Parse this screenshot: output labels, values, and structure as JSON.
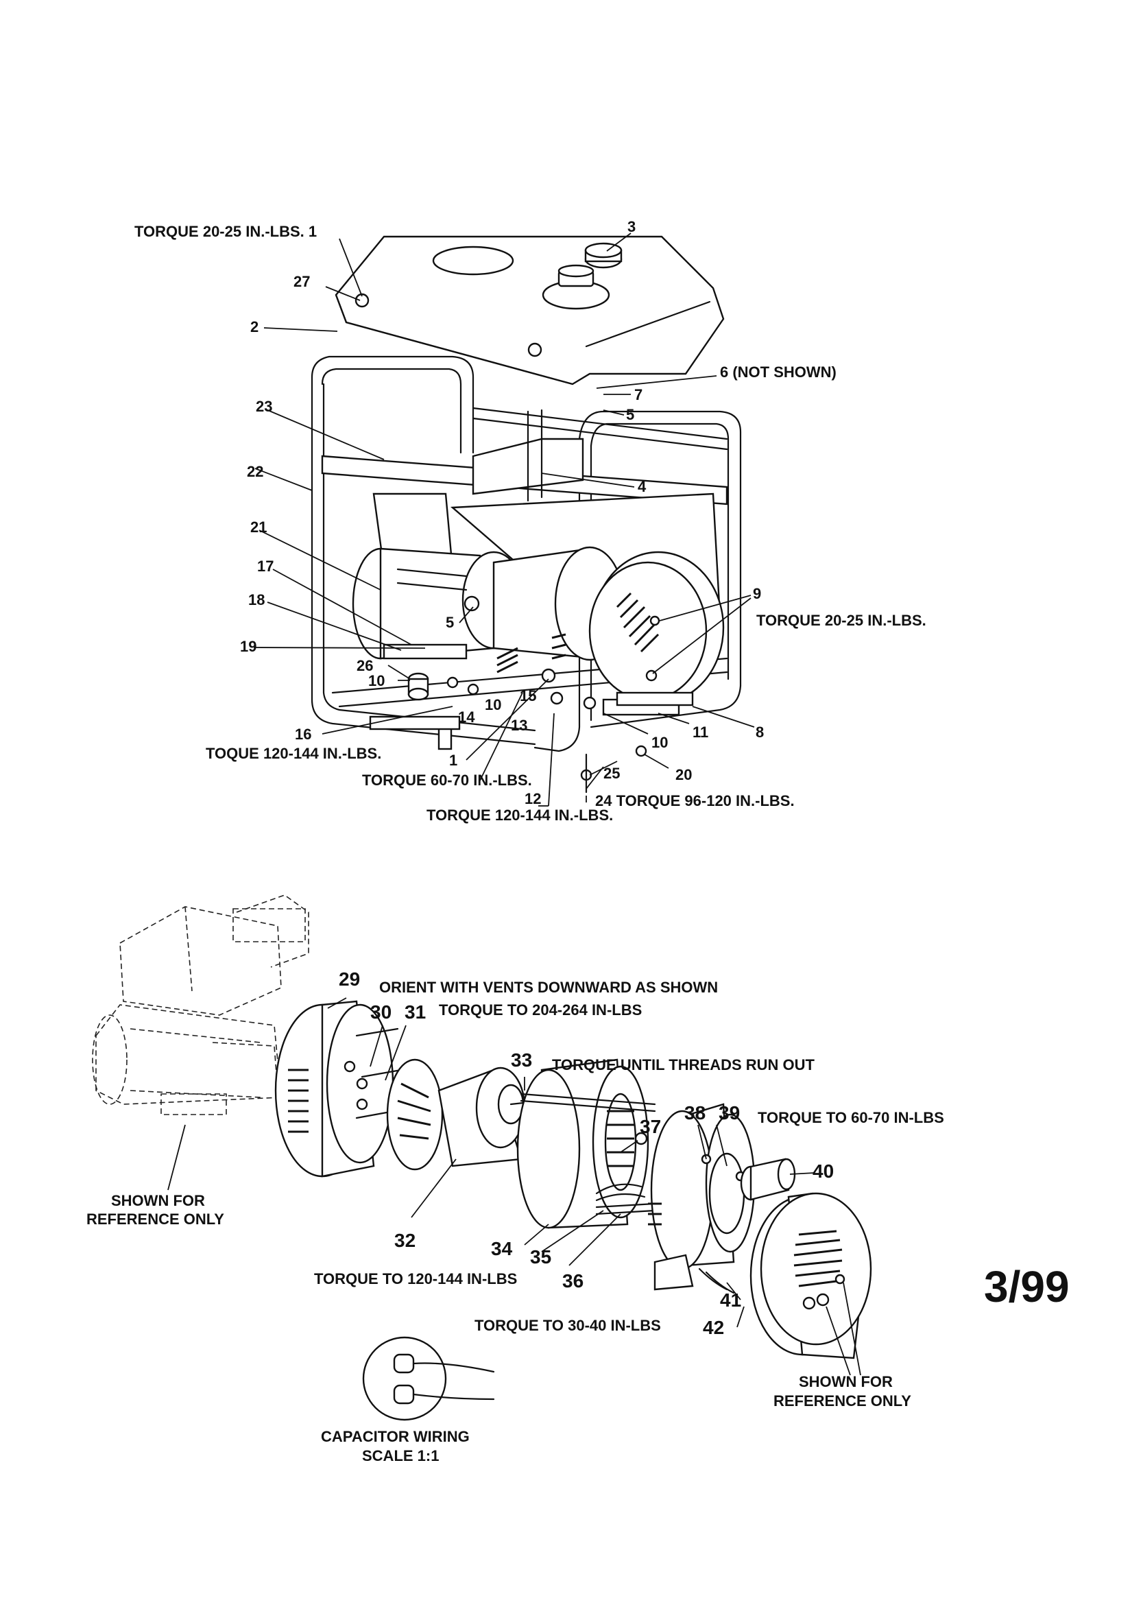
{
  "top_assembly": {
    "callouts": [
      {
        "id": "c1a",
        "text": "TORQUE 20-25 IN.-LBS. 1"
      },
      {
        "id": "c27",
        "text": "27"
      },
      {
        "id": "c2",
        "text": "2"
      },
      {
        "id": "c3",
        "text": "3"
      },
      {
        "id": "c6",
        "text": "6 (NOT SHOWN)"
      },
      {
        "id": "c7",
        "text": "7"
      },
      {
        "id": "c5a",
        "text": "5"
      },
      {
        "id": "c23",
        "text": "23"
      },
      {
        "id": "c4",
        "text": "4"
      },
      {
        "id": "c22",
        "text": "22"
      },
      {
        "id": "c21",
        "text": "21"
      },
      {
        "id": "c17",
        "text": "17"
      },
      {
        "id": "c18",
        "text": "18"
      },
      {
        "id": "c5b",
        "text": "5"
      },
      {
        "id": "c9",
        "text": "9"
      },
      {
        "id": "c9t",
        "text": "TORQUE 20-25 IN.-LBS."
      },
      {
        "id": "c19",
        "text": "19"
      },
      {
        "id": "c26",
        "text": "26"
      },
      {
        "id": "c10a",
        "text": "10"
      },
      {
        "id": "c10b",
        "text": "10"
      },
      {
        "id": "c14",
        "text": "14"
      },
      {
        "id": "c15",
        "text": "15"
      },
      {
        "id": "c13",
        "text": "13"
      },
      {
        "id": "c16",
        "text": "16"
      },
      {
        "id": "c16t",
        "text": "TOQUE 120-144 IN.-LBS."
      },
      {
        "id": "c1b",
        "text": "1"
      },
      {
        "id": "c1bt",
        "text": "TORQUE 60-70 IN.-LBS."
      },
      {
        "id": "c12",
        "text": "12"
      },
      {
        "id": "c12t",
        "text": "TORQUE 120-144 IN.-LBS."
      },
      {
        "id": "c8",
        "text": "8"
      },
      {
        "id": "c11",
        "text": "11"
      },
      {
        "id": "c10c",
        "text": "10"
      },
      {
        "id": "c25",
        "text": "25"
      },
      {
        "id": "c20",
        "text": "20"
      },
      {
        "id": "c24",
        "text": "24  TORQUE 96-120 IN.-LBS."
      }
    ]
  },
  "bottom_assembly": {
    "callouts": [
      {
        "id": "b29",
        "text": "29"
      },
      {
        "id": "b29t",
        "text": "ORIENT WITH VENTS DOWNWARD AS SHOWN"
      },
      {
        "id": "b30",
        "text": "30"
      },
      {
        "id": "b31",
        "text": "31"
      },
      {
        "id": "b31t",
        "text": "TORQUE TO 204-264 IN-LBS"
      },
      {
        "id": "b33",
        "text": "33"
      },
      {
        "id": "b33t",
        "text": "TORQUE UNTIL THREADS RUN OUT"
      },
      {
        "id": "b37",
        "text": "37"
      },
      {
        "id": "b38",
        "text": "38"
      },
      {
        "id": "b39",
        "text": "39"
      },
      {
        "id": "b39t",
        "text": "TORQUE TO 60-70 IN-LBS"
      },
      {
        "id": "b40",
        "text": "40"
      },
      {
        "id": "bref1a",
        "text": "SHOWN FOR"
      },
      {
        "id": "bref1b",
        "text": "REFERENCE ONLY"
      },
      {
        "id": "b32",
        "text": "32"
      },
      {
        "id": "b34",
        "text": "34"
      },
      {
        "id": "b35",
        "text": "35"
      },
      {
        "id": "b36t",
        "text": "TORQUE TO 120-144 IN-LBS"
      },
      {
        "id": "b36",
        "text": "36"
      },
      {
        "id": "b41",
        "text": "41"
      },
      {
        "id": "b42t",
        "text": "TORQUE TO 30-40 IN-LBS"
      },
      {
        "id": "b42",
        "text": "42"
      },
      {
        "id": "bref2a",
        "text": "SHOWN FOR"
      },
      {
        "id": "bref2b",
        "text": "REFERENCE ONLY"
      }
    ]
  },
  "capacitor": {
    "line1": "CAPACITOR WIRING",
    "line2": "SCALE 1:1"
  },
  "revision": "3/99"
}
